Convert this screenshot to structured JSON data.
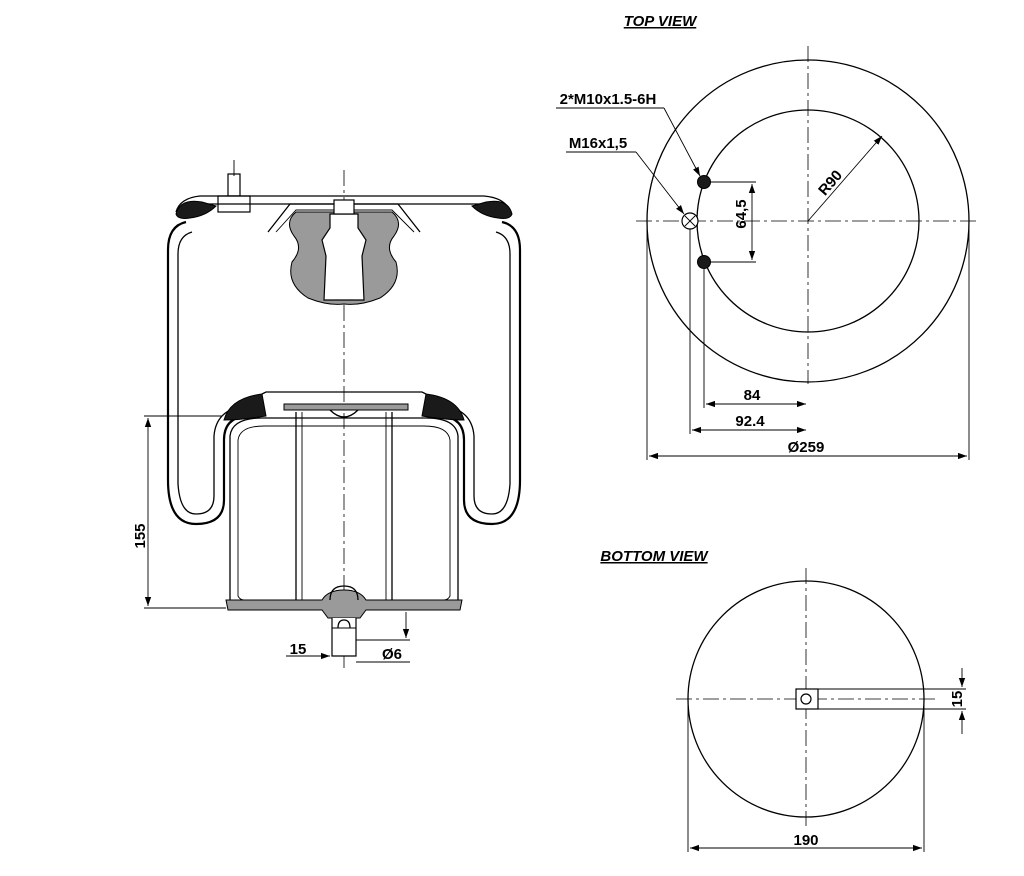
{
  "views": {
    "top": "TOP VIEW",
    "bottom": "BOTTOM VIEW"
  },
  "callouts": {
    "thread_top": "2*M10x1.5-6H",
    "thread_center": "M16x1,5"
  },
  "dimensions": {
    "radius": "R90",
    "hole_spacing": "64,5",
    "dist_84": "84",
    "dist_92": "92.4",
    "outer_dia": "Ø259",
    "height": "155",
    "stud_15": "15",
    "pin_dia": "Ø6",
    "bottom_dia": "190",
    "slot_width": "15"
  }
}
